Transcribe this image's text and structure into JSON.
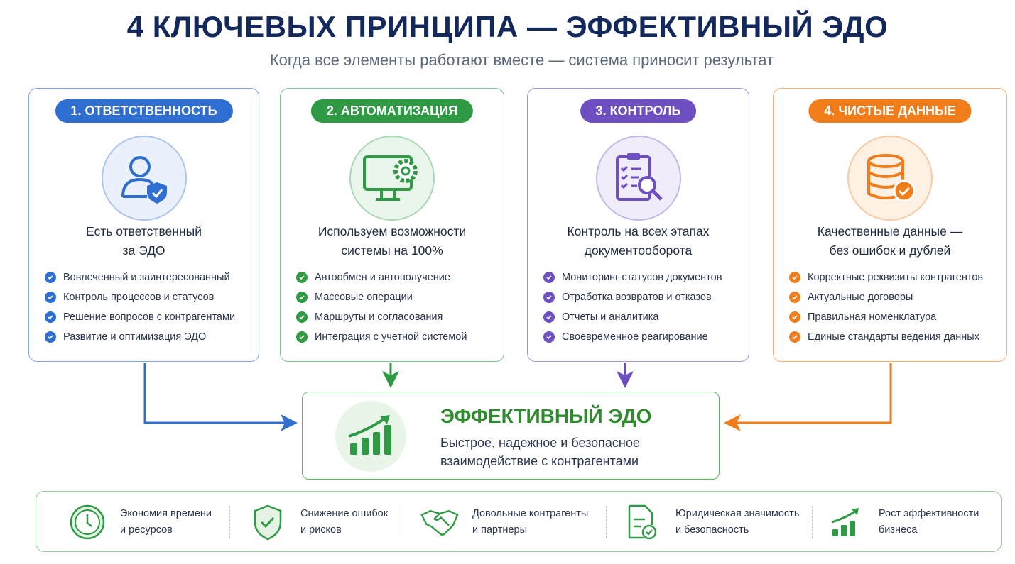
{
  "header": {
    "title": "4 КЛЮЧЕВЫХ ПРИНЦИПА — ЭФФЕКТИВНЫЙ ЭДО",
    "subtitle": "Когда все элементы работают вместе — система приносит результат"
  },
  "colors": {
    "blue": "#2f6fd1",
    "green": "#2e9a44",
    "purple": "#6e4fc2",
    "orange": "#f07d1a"
  },
  "cards": [
    {
      "label": "1. ОТВЕТСТВЕННОСТЬ",
      "icon": "user-shield-icon",
      "title": [
        "Есть ответственный",
        "за ЭДО"
      ],
      "items": [
        "Вовлеченный и заинтересованный",
        "Контроль процессов и статусов",
        "Решение вопросов с контрагентами",
        "Развитие и оптимизация ЭДО"
      ]
    },
    {
      "label": "2. АВТОМАТИЗАЦИЯ",
      "icon": "monitor-gear-icon",
      "title": [
        "Используем возможности",
        "системы на 100%"
      ],
      "items": [
        "Автообмен и автополучение",
        "Массовые операции",
        "Маршруты и согласования",
        "Интеграция с учетной системой"
      ]
    },
    {
      "label": "3. КОНТРОЛЬ",
      "icon": "clipboard-search-icon",
      "title": [
        "Контроль на всех этапах",
        "документооборота"
      ],
      "items": [
        "Мониторинг статусов документов",
        "Отработка возвратов и отказов",
        "Отчеты и аналитика",
        "Своевременное реагирование"
      ]
    },
    {
      "label": "4. ЧИСТЫЕ ДАННЫЕ",
      "icon": "database-check-icon",
      "title": [
        "Качественные данные —",
        "без ошибок и дублей"
      ],
      "items": [
        "Корректные реквизиты контрагентов",
        "Актуальные договоры",
        "Правильная номенклатура",
        "Единые стандарты ведения данных"
      ]
    }
  ],
  "result": {
    "title": "ЭФФЕКТИВНЫЙ ЭДО",
    "desc": [
      "Быстрое, надежное и безопасное",
      "взаимодействие с контрагентами"
    ]
  },
  "benefits": [
    {
      "icon": "clock-icon",
      "text": [
        "Экономия времени",
        "и ресурсов"
      ]
    },
    {
      "icon": "shield-check-icon",
      "text": [
        "Снижение ошибок",
        "и рисков"
      ]
    },
    {
      "icon": "handshake-icon",
      "text": [
        "Довольные контрагенты",
        "и партнеры"
      ]
    },
    {
      "icon": "document-check-icon",
      "text": [
        "Юридическая значимость",
        "и безопасность"
      ]
    },
    {
      "icon": "growth-chart-icon",
      "text": [
        "Рост эффективности",
        "бизнеса"
      ]
    }
  ]
}
